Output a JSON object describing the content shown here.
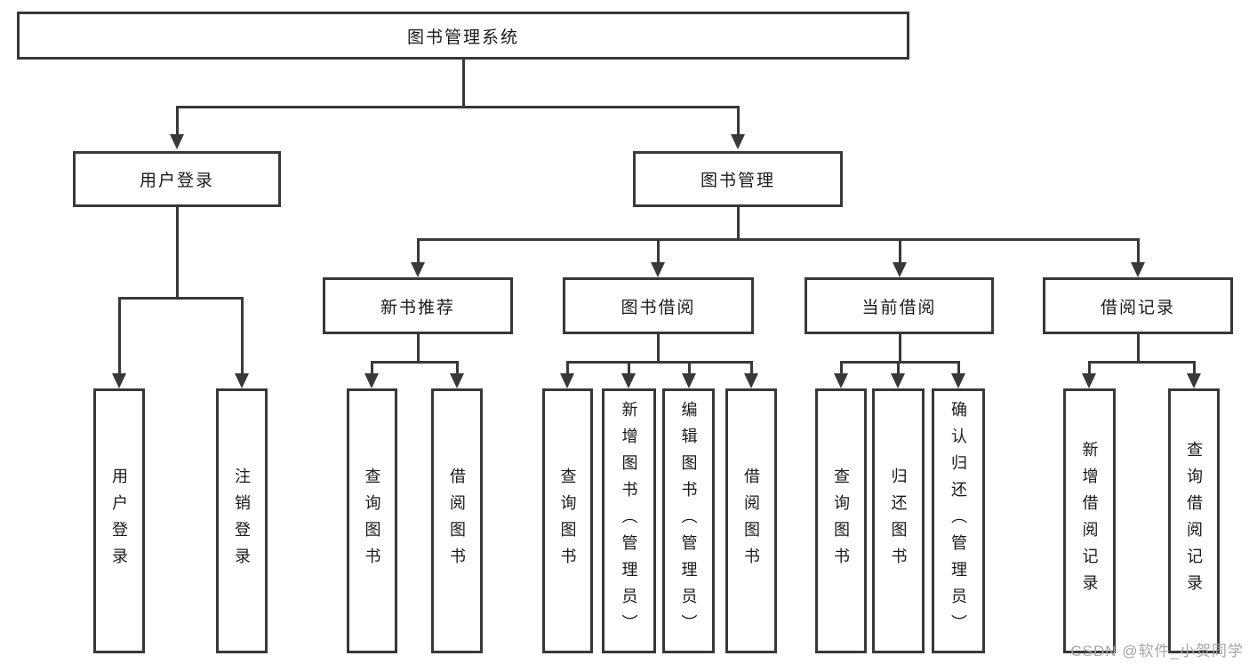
{
  "nodes": {
    "root": "图书管理系统",
    "user_login": "用户登录",
    "book_management": "图书管理",
    "new_book_recommend": "新书推荐",
    "book_borrow": "图书借阅",
    "current_borrow": "当前借阅",
    "borrow_record": "借阅记录",
    "user_login_leaf": "用户登录",
    "logout_leaf": "注销登录",
    "nbr_query_books": "查询图书",
    "nbr_borrow_books": "借阅图书",
    "bb_query_books": "查询图书",
    "bb_add_books": "新增图书（管理员）",
    "bb_edit_books": "编辑图书（管理员）",
    "bb_borrow_books": "借阅图书",
    "cb_query_books": "查询图书",
    "cb_return_books": "归还图书",
    "cb_confirm_return": "确认归还（管理员）",
    "br_add_record": "新增借阅记录",
    "br_query_record": "查询借阅记录"
  },
  "watermark": "CSDN @软件_小贺同学",
  "colors": {
    "line": "#383838",
    "text": "#1a1a1a",
    "watermark": "#a6a6a6",
    "background": "#ffffff"
  }
}
